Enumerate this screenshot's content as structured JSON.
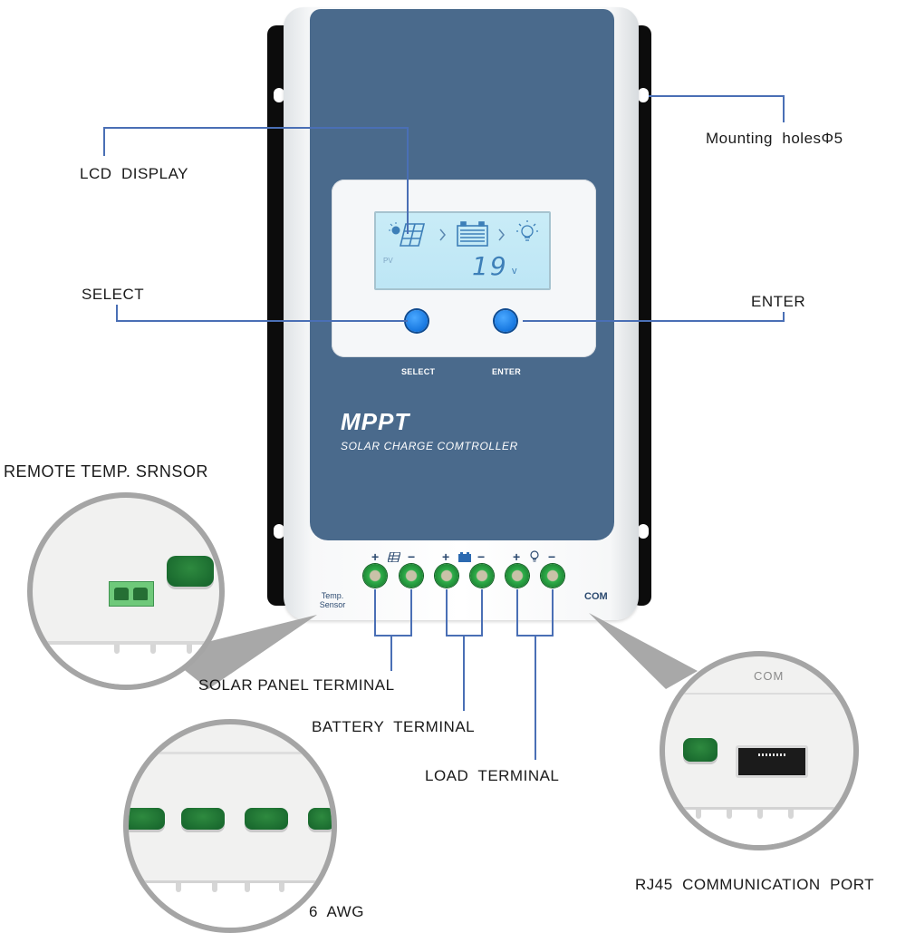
{
  "device": {
    "brand_line": "MPPT",
    "product_name": "SOLAR CHARGE COMTROLLER",
    "lcd": {
      "icons": [
        "sun-icon",
        "solar-panel-icon",
        "chevron-right-icon",
        "battery-icon",
        "chevron-right-icon",
        "bulb-icon"
      ],
      "mode_label": "PV",
      "value": "19",
      "unit": "v"
    },
    "buttons": [
      {
        "label": "SELECT"
      },
      {
        "label": "ENTER"
      }
    ],
    "terminal_groups": [
      {
        "icon": "solar-panel-icon",
        "plus": "+",
        "minus": "−"
      },
      {
        "icon": "battery-icon",
        "plus": "+",
        "minus": "−"
      },
      {
        "icon": "bulb-icon",
        "plus": "+",
        "minus": "−"
      }
    ],
    "temp_sensor_label_1": "Temp.",
    "temp_sensor_label_2": "Sensor",
    "com_label": "COM"
  },
  "callouts": {
    "lcd_display": "LCD  DISPLAY",
    "select": "SELECT",
    "enter": "ENTER",
    "mounting_holes": "Mounting  holesΦ5",
    "remote_temp_sensor": "REMOTE TEMP. SRNSOR",
    "solar_panel_terminal": "SOLAR PANEL TERMINAL",
    "battery_terminal": "BATTERY  TERMINAL",
    "load_terminal": "LOAD  TERMINAL",
    "rj45_port": "RJ45  COMMUNICATION  PORT",
    "awg": "6  AWG"
  },
  "zoom_insets": {
    "com_inset_label": "COM"
  },
  "colors": {
    "face_blue": "#4a6a8c",
    "leader_line": "#4a6fb5",
    "terminal_green": "#1f8a36",
    "button_blue": "#1677e0",
    "lcd_bg": "#c9ecf7"
  }
}
